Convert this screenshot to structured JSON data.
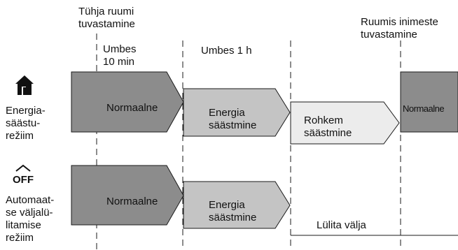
{
  "headers": {
    "empty_detect": "Tühja ruumi\ntuvastamine",
    "people_detect": "Ruumis inimeste\ntuvastamine",
    "approx_10": "Umbes\n10 min",
    "approx_1h": "Umbes 1 h"
  },
  "rows": {
    "energy": {
      "label": "Energia-\nsäästu-\nrežiim",
      "icon": "house-icon",
      "stages": [
        "Normaalne",
        "Energia\nsäästmine",
        "Rohkem\nsäästmine",
        "Normaalne"
      ]
    },
    "auto_off": {
      "label": "Automaat-\nse väljalü-\nlitamise\nrežiim",
      "icon": "off-icon",
      "stages": [
        "Normaalne",
        "Energia\nsäästmine",
        "Lülita välja"
      ]
    }
  },
  "colors": {
    "dark": "#8c8c8c",
    "mid": "#c4c4c4",
    "light": "#ececec",
    "stroke": "#1a1a1a"
  }
}
